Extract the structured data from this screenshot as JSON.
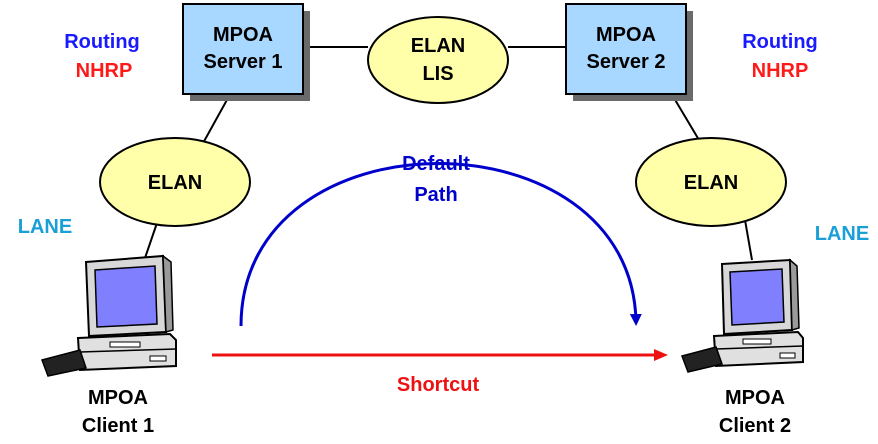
{
  "servers": [
    {
      "line1": "MPOA",
      "line2": "Server 1"
    },
    {
      "line1": "MPOA",
      "line2": "Server 2"
    }
  ],
  "elans": {
    "center": {
      "line1": "ELAN",
      "line2": "LIS"
    },
    "left": "ELAN",
    "right": "ELAN"
  },
  "labels": {
    "routing_left": "Routing",
    "nhrp_left": "NHRP",
    "routing_right": "Routing",
    "nhrp_right": "NHRP",
    "lane_left": "LANE",
    "lane_right": "LANE",
    "default_path_1": "Default",
    "default_path_2": "Path",
    "shortcut": "Shortcut"
  },
  "clients": [
    {
      "line1": "MPOA",
      "line2": "Client 1"
    },
    {
      "line1": "MPOA",
      "line2": "Client 2"
    }
  ],
  "colors": {
    "routing": "#1a1aff",
    "nhrp": "#ff1a1a",
    "lane": "#1a9fd6",
    "default_path": "#0000cc",
    "shortcut": "#ee1111",
    "server_fill": "#a8d8ff",
    "elan_fill": "#ffffaa",
    "screen": "#8080ff"
  }
}
